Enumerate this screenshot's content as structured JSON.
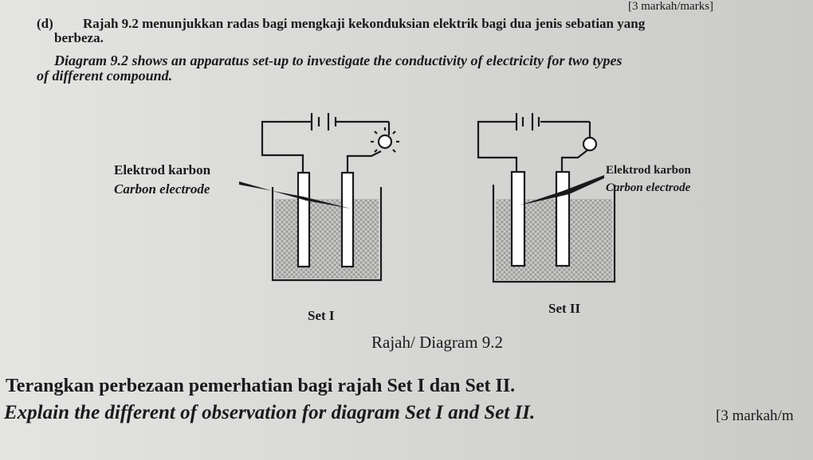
{
  "header": {
    "marks": "[3 markah/marks]"
  },
  "question": {
    "label": "(d)",
    "bm_line1": "Rajah 9.2 menunjukkan radas bagi mengkaji kekonduksian elektrik bagi dua jenis sebatian yang",
    "bm_line2": "berbeza.",
    "en_line1": "Diagram 9.2 shows an apparatus set-up to investigate the conductivity of electricity for two types",
    "en_line2": "of different compound."
  },
  "diagram": {
    "label_left_bm": "Elektrod karbon",
    "label_left_en": "Carbon electrode",
    "label_right_bm": "Elektrod karbon",
    "label_right_en": "Carbon electrode",
    "set1": "Set I",
    "set2": "Set II",
    "caption": "Rajah/ Diagram 9.2"
  },
  "task": {
    "bm": "Terangkan perbezaan pemerhatian bagi rajah Set I dan Set II.",
    "en": "Explain the different of observation for diagram Set I and Set II.",
    "marks": "[3 markah/m"
  }
}
